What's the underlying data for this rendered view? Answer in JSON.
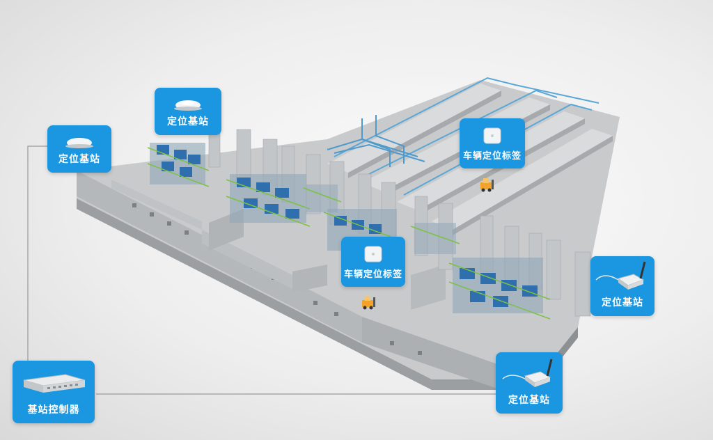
{
  "labels": {
    "base_station": "定位基站",
    "vehicle_tag": "车辆定位标签",
    "controller": "基站控制器"
  },
  "icons": {
    "ceiling_station": "ceiling-base-station-icon",
    "antenna_station": "antenna-base-station-icon",
    "tag": "vehicle-tag-icon",
    "controller": "controller-box-icon",
    "forklift": "forklift-icon"
  },
  "colors": {
    "card": "#1a97e0",
    "wall": "#b9bcbf",
    "floor": "#cfd1d3",
    "equipment": "#2f6fae",
    "railing": "#7cc242",
    "pipe": "#5aa7d6",
    "forklift": "#f2a42a"
  }
}
